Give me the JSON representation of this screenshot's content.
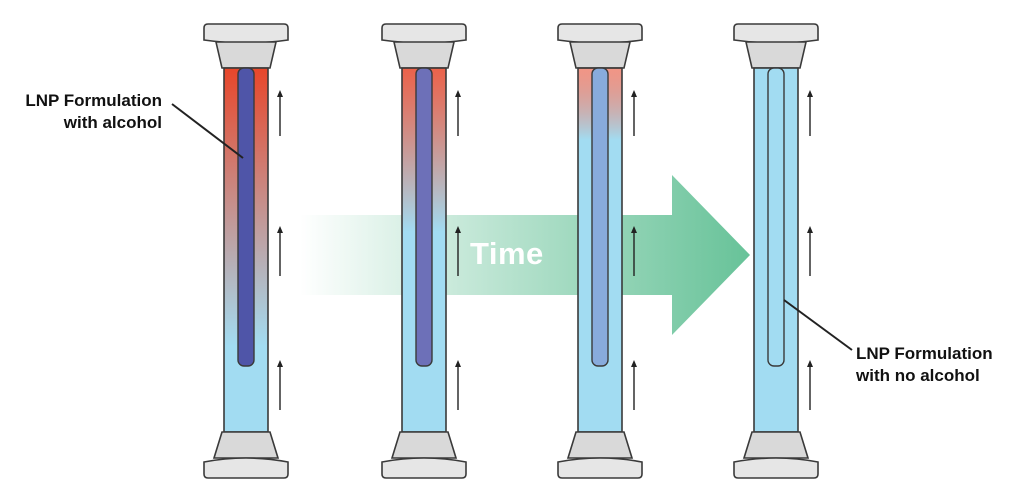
{
  "labels": {
    "start_line1": "LNP Formulation",
    "start_line2": "with alcohol",
    "end_line1": "LNP Formulation",
    "end_line2": "with no alcohol",
    "time": "Time"
  },
  "colors": {
    "alcohol": "#e8462a",
    "buffer": "#a2dcf2",
    "inner_start": "#4f55a8",
    "inner_end": "#a2dcf2",
    "arrow": "#5fbf93",
    "fitting_fill": "#e6e6e6",
    "outline": "#3a3a3a"
  },
  "columns": [
    {
      "step": 1,
      "alcohol_fraction": 0.85,
      "inner_color": "#4f55a8"
    },
    {
      "step": 2,
      "alcohol_fraction": 0.5,
      "inner_color": "#6d70b8"
    },
    {
      "step": 3,
      "alcohol_fraction": 0.22,
      "inner_color": "#88abdc"
    },
    {
      "step": 4,
      "alcohol_fraction": 0.0,
      "inner_color": "#a2dcf2"
    }
  ]
}
